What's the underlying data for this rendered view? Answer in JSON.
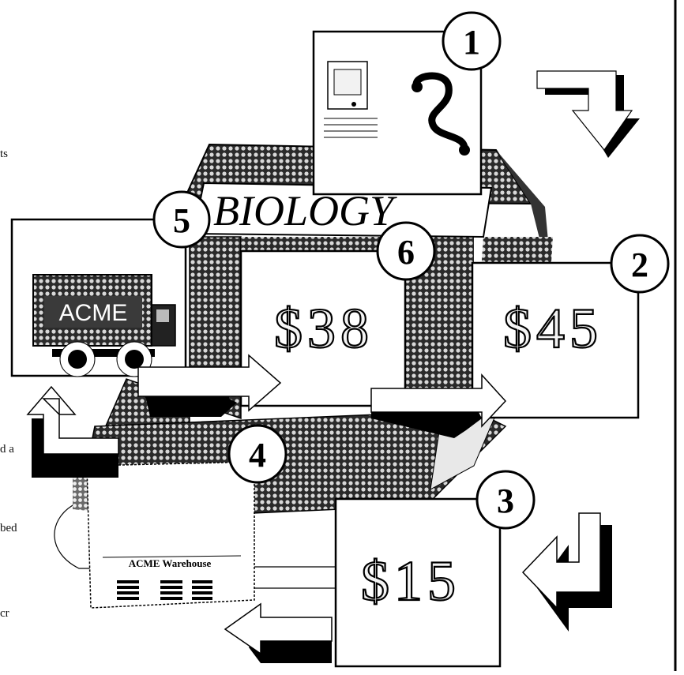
{
  "book": {
    "title": "BIOLOGY"
  },
  "truck": {
    "brand": "ACME"
  },
  "receipt": {
    "header": "ACME Warehouse"
  },
  "steps": {
    "s1": "1",
    "s2": "2",
    "s3": "3",
    "s4": "4",
    "s5": "5",
    "s6": "6"
  },
  "prices": {
    "bookstore_sale": "$45",
    "buyback": "$15",
    "resale": "$38"
  },
  "cut_text": [
    "ts",
    "d a",
    "bed",
    "cr"
  ],
  "colors": {
    "ink": "#000000",
    "paper": "#ffffff",
    "halftone": "#5a5a5a"
  }
}
